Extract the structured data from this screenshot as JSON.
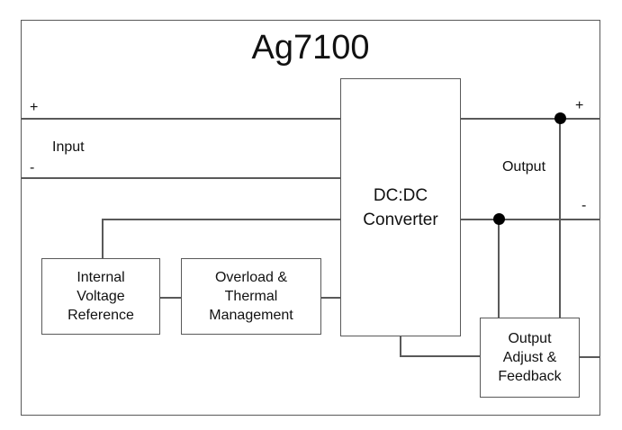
{
  "diagram": {
    "title": "Ag7100",
    "input": {
      "label": "Input",
      "plus": "+",
      "minus": "-"
    },
    "output": {
      "label": "Output",
      "plus": "+",
      "minus": "-"
    },
    "blocks": {
      "converter": {
        "lines": [
          "DC:DC",
          "Converter"
        ]
      },
      "reference": {
        "lines": [
          "Internal",
          "Voltage",
          "Reference"
        ]
      },
      "overload": {
        "lines": [
          "Overload &",
          "Thermal",
          "Management"
        ]
      },
      "feedback": {
        "lines": [
          "Output",
          "Adjust &",
          "Feedback"
        ]
      }
    },
    "colors": {
      "line": "#595959",
      "text": "#111111",
      "dot": "#000000",
      "background": "#ffffff"
    }
  }
}
